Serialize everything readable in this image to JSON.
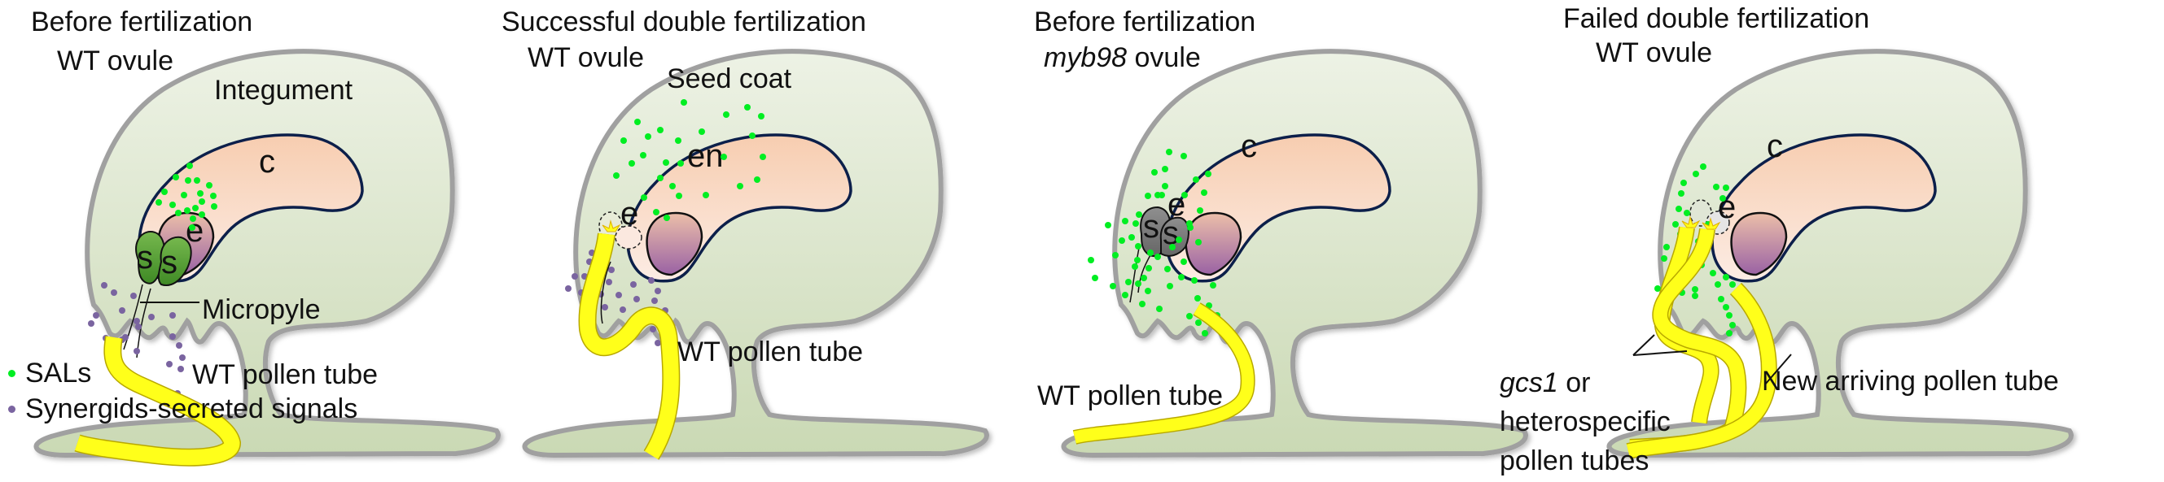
{
  "colors": {
    "ovule_fill_top": "#eaf0e1",
    "ovule_fill_bottom": "#cddcb8",
    "ovule_outline": "#9e9e9e",
    "embryo_sac_fill_top": "#f7cfb1",
    "embryo_sac_fill_bottom": "#fbe7de",
    "embryo_sac_outline": "#0c1f4a",
    "egg_fill_top": "#e9b7a4",
    "egg_fill_bottom": "#a36ca6",
    "synergid_wt": "#5fa83a",
    "synergid_myb98": "#7d7d7d",
    "pollen_tube": "#ffff1a",
    "sal_dot": "#00ee22",
    "synergid_signal_dot": "#7a64a0"
  },
  "legend": [
    {
      "label": "SALs",
      "symbol": "sal-dot"
    },
    {
      "label": "Synergids-secreted signals",
      "symbol": "synergid-signal-dot"
    }
  ],
  "panels": [
    {
      "id": "wt-before",
      "title_line1": "Before fertilization",
      "title_line2": "WT ovule",
      "region_label": "Integument",
      "central_label": "c",
      "egg_label": "e",
      "synergid_labels": [
        "s",
        "s"
      ],
      "micropyle_label": "Micropyle",
      "pollen_tube_label": "WT pollen tube"
    },
    {
      "id": "wt-success",
      "title_line1": "Successful double fertilization",
      "title_line2": "WT ovule",
      "region_label": "Seed coat",
      "central_label": "en",
      "egg_label": "e",
      "pollen_tube_label": "WT pollen tube"
    },
    {
      "id": "myb98-before",
      "title_line1": "Before fertilization",
      "title_line2_italic": "myb98",
      "title_line2_rest": " ovule",
      "central_label": "c",
      "egg_label": "e",
      "synergid_labels": [
        "s",
        "s"
      ],
      "pollen_tube_label": "WT pollen tube"
    },
    {
      "id": "wt-failed",
      "title_line1": "Failed double fertilization",
      "title_line2": "WT ovule",
      "central_label": "c",
      "egg_label": "e",
      "failed_tubes_label_italic": "gcs1",
      "failed_tubes_label_rest": " or",
      "failed_tubes_label_line2": "heterospecific",
      "failed_tubes_label_line3": "pollen tubes",
      "new_tube_label": "New arriving pollen tube"
    }
  ]
}
